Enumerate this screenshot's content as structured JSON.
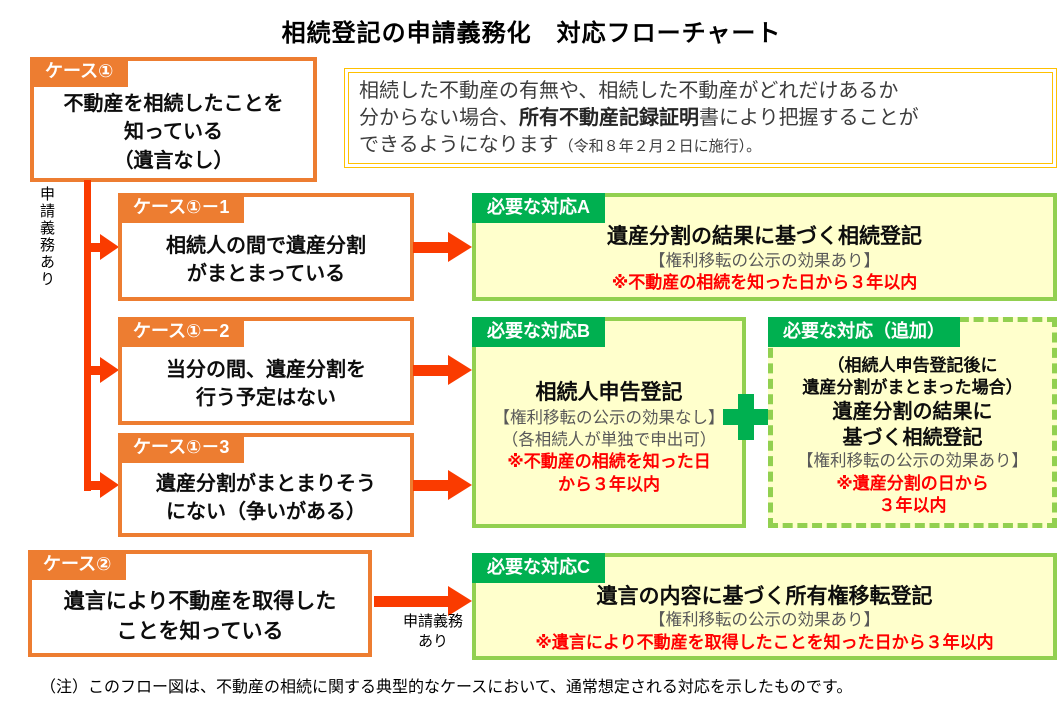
{
  "title": "相続登記の申請義務化　対応フローチャート",
  "info_box": {
    "line1": "相続した不動産の有無や、相続した不動産がどれだけあるか",
    "line2_normal": "分からない場合、",
    "line2_bold": "所有不動産記録証明",
    "line2_after": "書により把握することが",
    "line3_normal": "できるようになります",
    "line3_small": "（令和８年２月２日に施行）。"
  },
  "left_rail": {
    "obligation_vertical": "申請義務あり"
  },
  "cases": {
    "case1": {
      "tab": "ケース①",
      "line1": "不動産を相続したことを",
      "line2": "知っている",
      "line3": "（遺言なし）"
    },
    "case1_1": {
      "tab": "ケース①－1",
      "line1": "相続人の間で遺産分割",
      "line2": "がまとまっている"
    },
    "case1_2": {
      "tab": "ケース①－2",
      "line1": "当分の間、遺産分割を",
      "line2": "行う予定はない"
    },
    "case1_3": {
      "tab": "ケース①－3",
      "line1": "遺産分割がまとまりそう",
      "line2": "にない（争いがある）"
    },
    "case2": {
      "tab": "ケース②",
      "line1": "遺言により不動産を取得した",
      "line2": "ことを知っている"
    }
  },
  "case2_arrow_label": {
    "line1": "申請義務",
    "line2": "あり"
  },
  "actions": {
    "a": {
      "tab": "必要な対応A",
      "title": "遺産分割の結果に基づく相続登記",
      "note": "【権利移転の公示の効果あり】",
      "deadline": "※不動産の相続を知った日から３年以内"
    },
    "b": {
      "tab": "必要な対応B",
      "title": "相続人申告登記",
      "note1": "【権利移転の公示の効果なし】",
      "note2": "（各相続人が単独で申出可）",
      "deadline1": "※不動産の相続を知った日",
      "deadline2": "から３年以内"
    },
    "extra": {
      "tab": "必要な対応（追加）",
      "cond1": "（相続人申告登記後に",
      "cond2": "遺産分割がまとまった場合）",
      "title1": "遺産分割の結果に",
      "title2": "基づく相続登記",
      "note": "【権利移転の公示の効果あり】",
      "deadline1": "※遺産分割の日から",
      "deadline2": "３年以内"
    },
    "c": {
      "tab": "必要な対応C",
      "title": "遺言の内容に基づく所有権移転登記",
      "note": "【権利移転の公示の効果あり】",
      "deadline": "※遺言により不動産を取得したことを知った日から３年以内"
    }
  },
  "footer_note": "（注）このフロー図は、不動産の相続に関する典型的なケースにおいて、通常想定される対応を示したものです。",
  "icons": {
    "plus_connector": "plus-cross"
  },
  "colors": {
    "box_orange": "#ED7D31",
    "arrow_red": "#FA3B00",
    "header_green": "#00B050",
    "border_yellow_green": "#92D050",
    "panel_yellow": "#FFFFCC",
    "info_border_gold": "#FFC000",
    "note_gray": "#595959",
    "deadline_red": "#FF0000"
  }
}
